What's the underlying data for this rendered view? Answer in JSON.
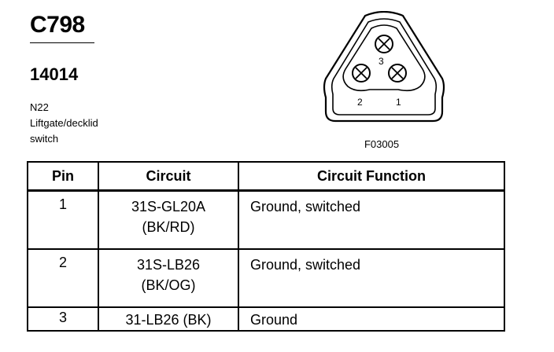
{
  "header": {
    "connector_id": "C798",
    "part_number": "14014",
    "description_lines": [
      "N22",
      "Liftgate/decklid",
      "switch"
    ]
  },
  "connector_figure": {
    "code": "F03005",
    "pin_labels": {
      "pin1": "1",
      "pin2": "2",
      "pin3": "3"
    }
  },
  "pin_table": {
    "headers": {
      "pin": "Pin",
      "circuit": "Circuit",
      "function": "Circuit Function"
    },
    "rows": [
      {
        "pin": "1",
        "circuit_line1": "31S-GL20A",
        "circuit_line2": "(BK/RD)",
        "function": "Ground, switched"
      },
      {
        "pin": "2",
        "circuit_line1": "31S-LB26",
        "circuit_line2": "(BK/OG)",
        "function": "Ground, switched"
      },
      {
        "pin": "3",
        "circuit_line1": "31-LB26 (BK)",
        "circuit_line2": "",
        "function": "Ground"
      }
    ]
  }
}
